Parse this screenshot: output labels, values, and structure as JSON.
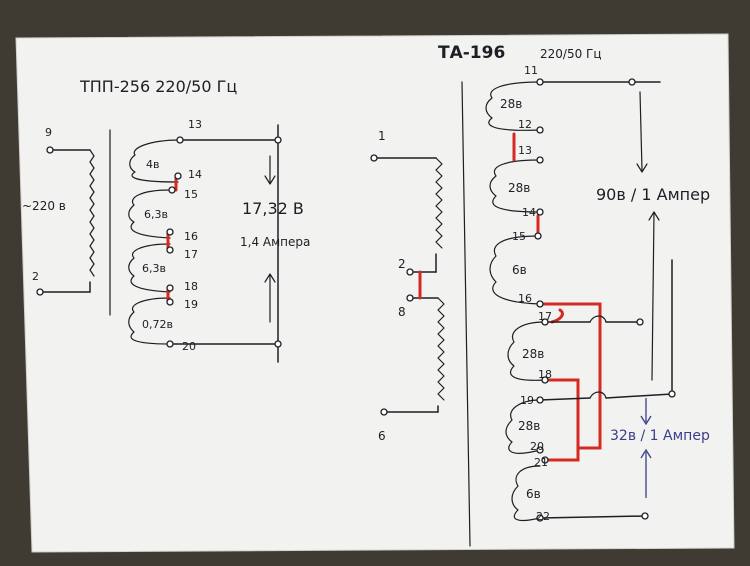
{
  "left": {
    "title": "ТПП-256 220/50 Гц",
    "primary": {
      "top_pin": "9",
      "voltage": "~220 в",
      "bottom_pin": "2"
    },
    "secondary": {
      "pins": [
        "13",
        "14",
        "15",
        "16",
        "17",
        "18",
        "19",
        "20"
      ],
      "windings": [
        "4в",
        "6,3в",
        "6,3в",
        "0,72в"
      ]
    },
    "output_voltage": "17,32 В",
    "output_current": "1,4 Ампера"
  },
  "middle": {
    "pins": [
      "1",
      "2",
      "8",
      "6"
    ]
  },
  "right": {
    "title": "ТА-196",
    "rating": "220/50 Гц",
    "pins": [
      "11",
      "12",
      "13",
      "14",
      "15",
      "16",
      "17",
      "18",
      "19",
      "20",
      "21",
      "22"
    ],
    "windings": [
      "28в",
      "28в",
      "6в",
      "28в",
      "28в",
      "6в"
    ],
    "output_high": "90в / 1 Ампер",
    "output_low": "32в / 1 Ампер"
  },
  "colors": {
    "ink": "#1d1f24",
    "jumper": "#d42a22",
    "blue_ink": "#3a3f8c",
    "paper": "#f2f2f0"
  }
}
